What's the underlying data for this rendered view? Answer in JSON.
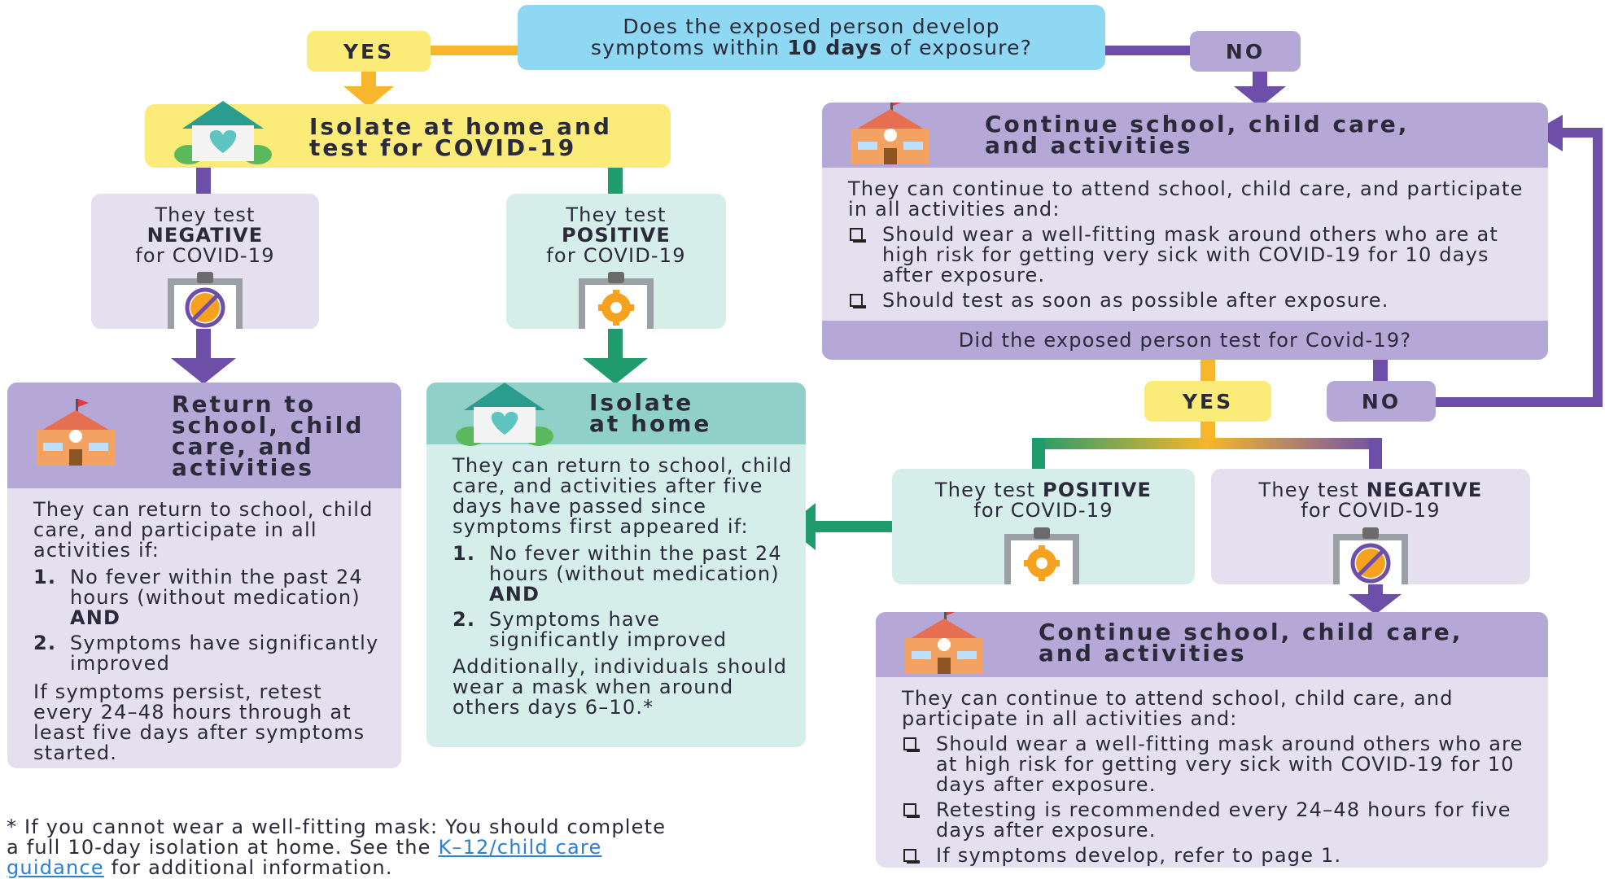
{
  "colors": {
    "blue": "#8fd8f3",
    "yellow": "#fbeb79",
    "orange": "#f7b62c",
    "purple": "#6d4faa",
    "lavender": "#b5a8d6",
    "lavender_light": "#e4e0ef",
    "teal": "#8fd0c8",
    "teal_light": "#d6eeea",
    "green": "#1f9b6e"
  },
  "question": {
    "line1": "Does the exposed person develop",
    "line2_pre": "symptoms within ",
    "line2_bold": "10 days",
    "line2_post": " of exposure?"
  },
  "yes_top": "YES",
  "no_top": "NO",
  "isolate_test": {
    "line1": "Isolate at home and",
    "line2": "test for COVID-19"
  },
  "neg_test": {
    "pre": "They test",
    "bold": "NEGATIVE",
    "post": "for COVID-19"
  },
  "pos_test": {
    "pre": "They test",
    "bold": "POSITIVE",
    "post": "for COVID-19"
  },
  "return_box": {
    "title": [
      "Return to",
      "school, child",
      "care, and",
      "activities"
    ],
    "intro": "They can return to school, child care, and participate in all activities if:",
    "items": [
      {
        "num": "1.",
        "text": "No fever within the past 24 hours (without medication)",
        "bold": "AND"
      },
      {
        "num": "2.",
        "text": "Symptoms have significantly improved",
        "bold": ""
      }
    ],
    "note": "If symptoms persist, retest every 24–48 hours through at least five days after symptoms started."
  },
  "isolate_home": {
    "title": [
      "Isolate",
      "at home"
    ],
    "intro": "They can return to school, child care, and activities after five days have passed since symptoms first appeared if:",
    "items": [
      {
        "num": "1.",
        "text": "No fever within the past 24 hours (without medication)",
        "bold": "AND"
      },
      {
        "num": "2.",
        "text": "Symptoms have significantly improved",
        "bold": ""
      }
    ],
    "note": "Additionally, individuals should wear a mask when around others days 6–10.*"
  },
  "continue_top": {
    "title": [
      "Continue school, child care,",
      "and activities"
    ],
    "intro": "They can continue to attend school, child care, and participate in all activities and:",
    "checks": [
      "Should wear a well-fitting mask around others who are at high risk for getting very sick with COVID-19 for 10 days after exposure.",
      "Should test as soon as possible after exposure."
    ],
    "question": "Did the exposed person test for Covid-19?"
  },
  "yes_mid": "YES",
  "no_mid": "NO",
  "pos_test2": {
    "pre": "They test ",
    "bold": "POSITIVE",
    "post": "for COVID-19"
  },
  "neg_test2": {
    "pre": "They test ",
    "bold": "NEGATIVE",
    "post": "for COVID-19"
  },
  "continue_bottom": {
    "title": [
      "Continue school, child care,",
      "and activities"
    ],
    "intro": "They can continue to attend school, child care, and participate in all activities and:",
    "checks": [
      "Should wear a well-fitting mask around others who are at high risk for getting very sick with COVID-19 for 10 days after exposure.",
      "Retesting is recommended every 24–48 hours for five days after exposure.",
      "If symptoms develop, refer to page 1."
    ]
  },
  "footnote": {
    "text": "* If you cannot wear a well-fitting mask: You should complete a full 10-day isolation at home. See the",
    "link": "K–12/child care guidance",
    "post": " for additional information."
  }
}
